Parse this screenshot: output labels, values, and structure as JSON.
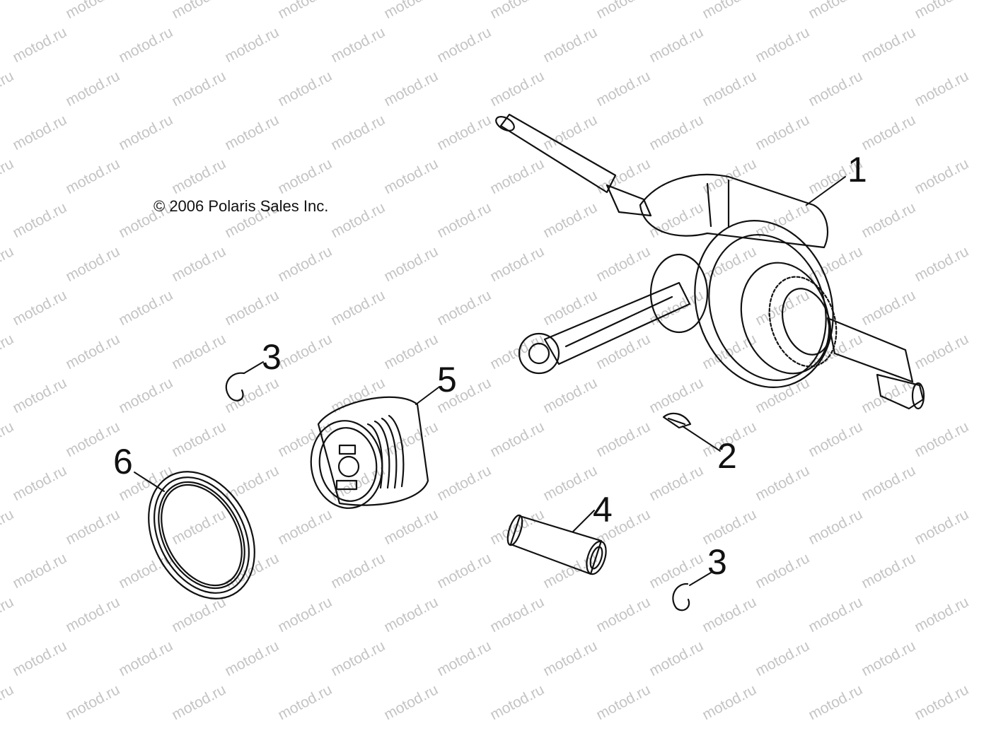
{
  "copyright": "© 2006 Polaris Sales Inc.",
  "watermark": "motod.ru",
  "callouts": {
    "crankshaft": "1",
    "key": "2",
    "clip_upper": "3",
    "clip_lower": "3",
    "piston_pin": "4",
    "piston": "5",
    "ring_set": "6"
  },
  "colors": {
    "line": "#111111",
    "watermark": "#c4c4c4",
    "background": "#ffffff"
  }
}
